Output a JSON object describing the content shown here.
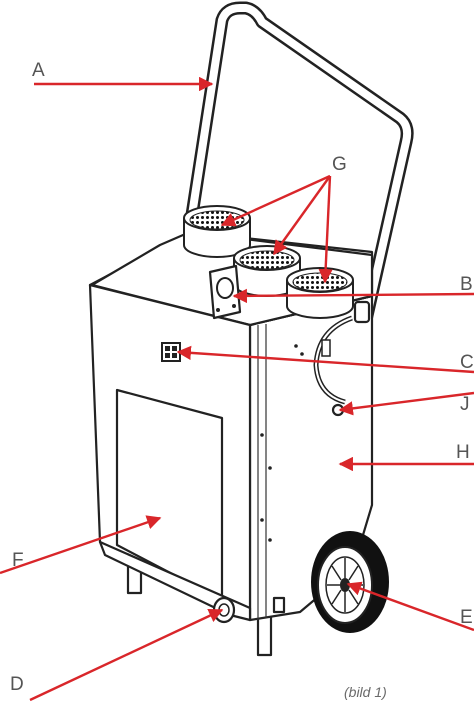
{
  "labels": {
    "A": "A",
    "B": "B",
    "C": "C",
    "D": "D",
    "E": "E",
    "F": "F",
    "G": "G",
    "H": "H",
    "J": "J"
  },
  "caption": "(bild 1)",
  "colors": {
    "arrow": "#d9262a",
    "outline": "#222222",
    "label": "#555555",
    "background": "#ffffff"
  }
}
